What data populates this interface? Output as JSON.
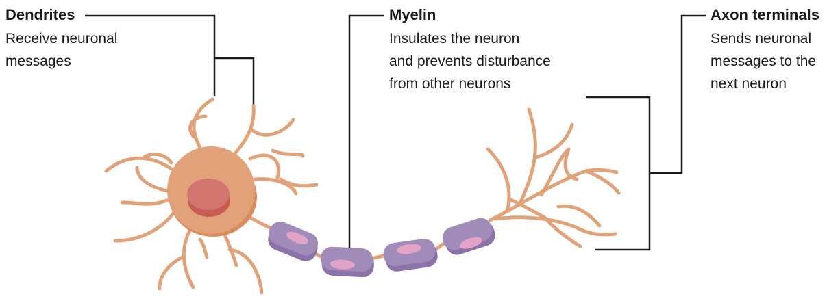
{
  "labels": {
    "dendrites": {
      "title": "Dendrites",
      "desc_lines": [
        "Receive neuronal",
        "messages"
      ]
    },
    "myelin": {
      "title": "Myelin",
      "desc_lines": [
        "Insulates the neuron",
        "and prevents disturbance",
        "from other neurons"
      ]
    },
    "axon_terminals": {
      "title": "Axon terminals",
      "desc_lines": [
        "Sends neuronal",
        "messages to the",
        "next neuron"
      ]
    }
  },
  "colors": {
    "branch": "#e1a27a",
    "soma": "#e1a27a",
    "soma_shadow": "#d98c5e",
    "nucleus": "#d3756f",
    "nucleus_dark": "#c85c52",
    "myelin": "#a08bb9",
    "myelin_dark": "#8b72a8",
    "myelin_spot": "#e3a3c6",
    "leader": "#1a1a1a"
  }
}
